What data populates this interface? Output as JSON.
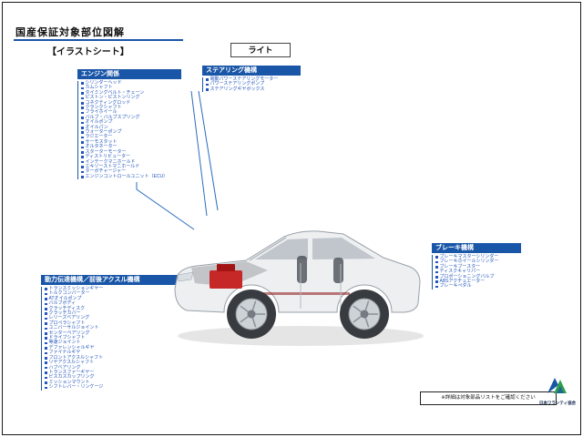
{
  "page": {
    "title": "国産保証対象部位図解",
    "subtitle": "【イラストシート】",
    "tag": "ライト",
    "note": "※詳細は対象部品リストをご確認ください",
    "logo_text": "日本ワランティ協会"
  },
  "sections": {
    "engine": {
      "title": "エンジン関係",
      "items": [
        "シリンダーヘッド",
        "カムシャフト",
        "タイミングベルト・チェーン",
        "ピストン・ピストンリング",
        "コネクティングロッド",
        "クランクシャフト",
        "フライホイール",
        "バルブ・バルブスプリング",
        "オイルポンプ",
        "オイルパン",
        "ウォーターポンプ",
        "ラジエーター",
        "サーモスタット",
        "オルタネーター",
        "スターターモーター",
        "ディストリビューター",
        "インテークマニホールド",
        "エキゾーストマニホールド",
        "ターボチャージャー",
        "エンジンコントロールユニット（ECU）"
      ]
    },
    "steering": {
      "title": "ステアリング機構",
      "items": [
        "電動パワーステアリングモーター",
        "パワーステアリングポンプ",
        "ステアリングギヤボックス"
      ]
    },
    "drivetrain": {
      "title": "動力伝達機構／前後アクスル機構",
      "items": [
        "トランスミッションギヤー",
        "トルクコンバーター",
        "ATオイルポンプ",
        "バルブボディ",
        "クラッチディスク",
        "クラッチカバー",
        "レリーズベアリング",
        "プロペラシャフト",
        "ユニバーサルジョイント",
        "センターベアリング",
        "ドライブシャフト",
        "等速ジョイント",
        "デファレンシャルギヤ",
        "ファイナルギヤ",
        "フロントアクスルシャフト",
        "リヤアクスルシャフト",
        "ハブベアリング",
        "トランスファーギヤー",
        "ビスカスカップリング",
        "ミッションマウント",
        "シフトレバー・リンケージ"
      ]
    },
    "brake": {
      "title": "ブレーキ機構",
      "items": [
        "ブレーキマスターシリンダー",
        "ブレーキホイールシリンダー",
        "ブレーキブースター",
        "ディスクキャリパー",
        "プロポーショニングバルブ",
        "ABSアクチュエーター",
        "ブレーキペダル"
      ]
    }
  },
  "colors": {
    "accent_blue": "#1a56a8",
    "item_blue": "#2255bb",
    "engine_red": "#c62828",
    "logo_green": "#2e9e4f"
  }
}
